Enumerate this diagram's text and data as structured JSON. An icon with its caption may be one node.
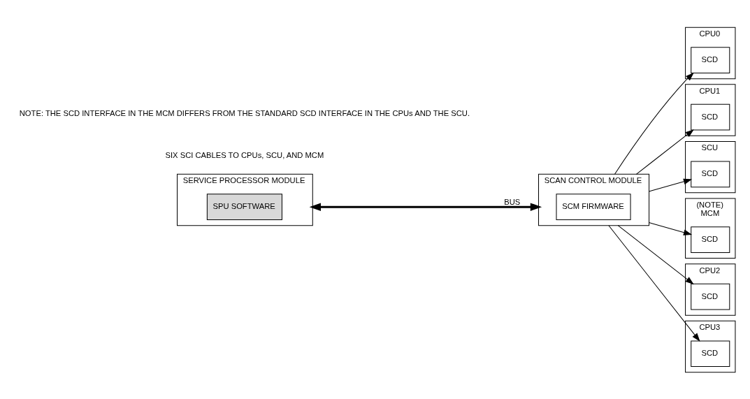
{
  "diagram": {
    "nodes": [
      {
        "text": [
          "SERVICE PROCESSOR MODULE"
        ]
      },
      {
        "text": [
          "SPU SOFTWARE"
        ],
        "in": 0
      },
      {
        "text": [
          "SCAN CONTROL MODULE"
        ]
      },
      {
        "text": [
          "SCM FIRMWARE"
        ],
        "in": 2
      },
      {
        "text": [
          "CPU0"
        ]
      },
      {
        "text": [
          "SCD"
        ],
        "in": 4
      },
      {
        "text": [
          "CPU1"
        ]
      },
      {
        "text": [
          "SCD"
        ],
        "in": 6
      },
      {
        "text": [
          "SCU"
        ]
      },
      {
        "text": [
          "SCD"
        ],
        "in": 8
      },
      {
        "text": [
          "MCM"
        ],
        "beside": [
          "(NOTE)"
        ]
      },
      {
        "text": [
          "SCD"
        ],
        "in": 10
      },
      {
        "text": [
          "CPU2"
        ]
      },
      {
        "text": [
          "SCD"
        ],
        "in": 12
      },
      {
        "text": [
          "CPU3"
        ]
      },
      {
        "text": [
          "SCD"
        ],
        "in": 14
      }
    ],
    "edges": [
      {
        "from": 0,
        "to": 2,
        "arrow": "both",
        "label": "BUS",
        "style": "thick"
      },
      {
        "from": 2,
        "to": 5,
        "arrow": "to"
      },
      {
        "from": 2,
        "to": 7,
        "arrow": "to"
      },
      {
        "from": 2,
        "to": 9,
        "arrow": "to"
      },
      {
        "from": 2,
        "to": 11,
        "arrow": "to"
      },
      {
        "from": 2,
        "to": 13,
        "arrow": "to"
      },
      {
        "from": 2,
        "to": 15,
        "arrow": "to"
      }
    ],
    "labels": [
      "SIX SCI CABLES TO CPUs, SCU, AND MCM",
      "NOTE: THE SCD INTERFACE IN THE MCM DIFFERS FROM THE STANDARD SCD INTERFACE IN THE CPUs AND THE SCU."
    ]
  }
}
